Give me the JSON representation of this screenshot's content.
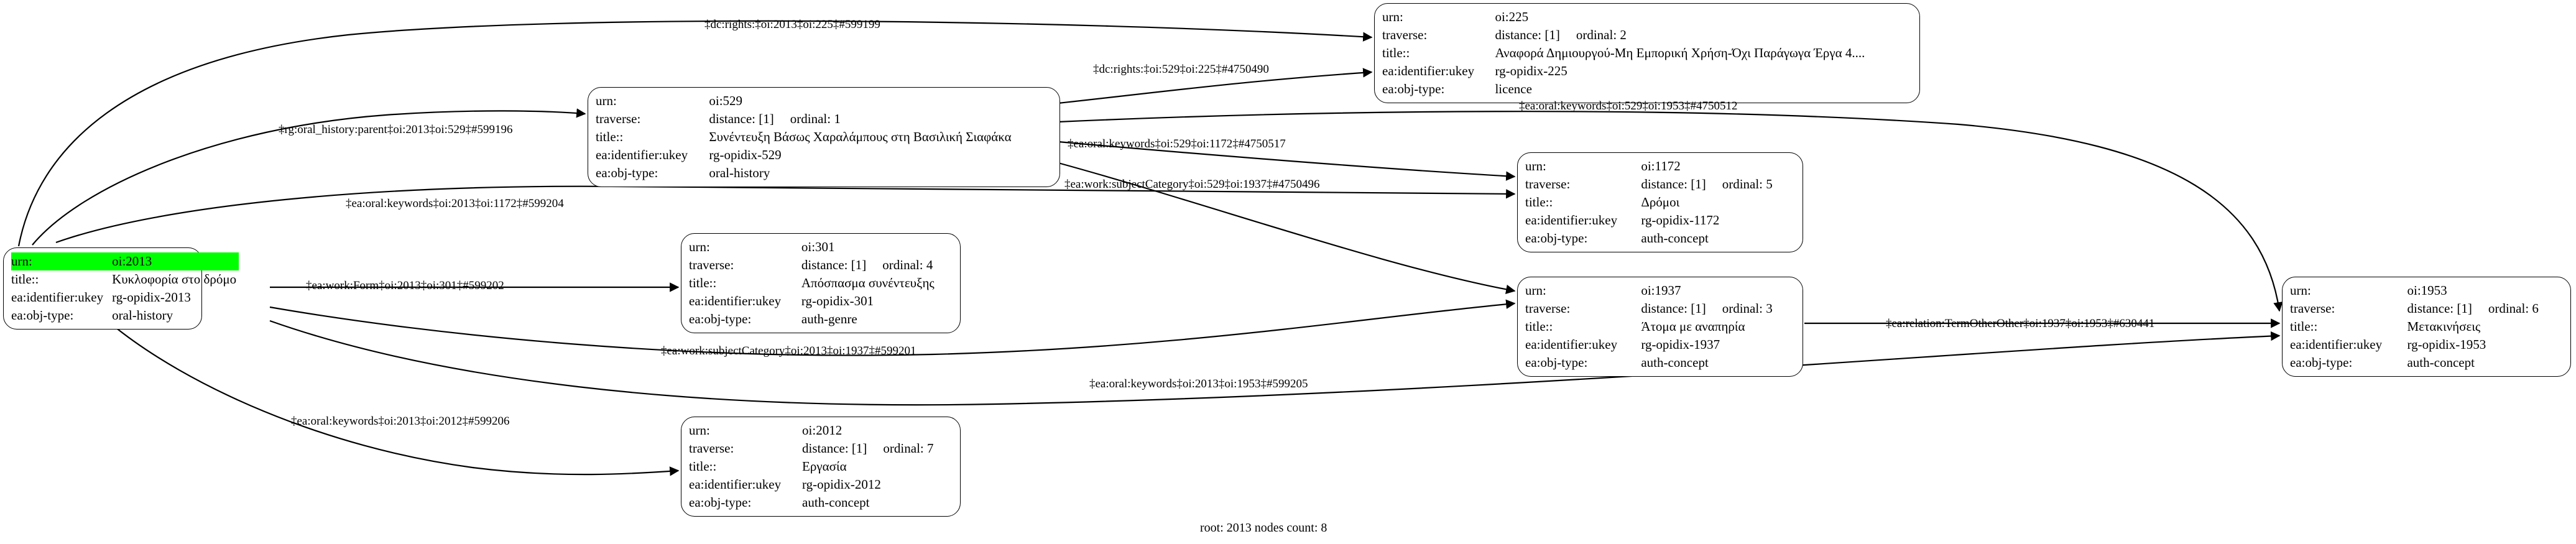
{
  "graph": {
    "footer": "root: 2013 nodes count: 8",
    "root_urn": "oi:2013",
    "node_count": "8",
    "accent_color": "#00ff00",
    "edge_color": "#000000",
    "field_labels": {
      "urn": "urn:",
      "traverse": "traverse:",
      "title": "title::",
      "identifier": "ea:identifier:ukey",
      "objtype": "ea:obj-type:"
    }
  },
  "nodes": [
    {
      "id": "n2013",
      "urn": "oi:2013",
      "is_root": true,
      "traverse": null,
      "distance": null,
      "ordinal": null,
      "title": "Κυκλοφορία στο δρόμο",
      "identifier": "rg-opidix-2013",
      "objtype": "oral-history"
    },
    {
      "id": "n529",
      "urn": "oi:529",
      "is_root": false,
      "traverse": "distance: [1]    ordinal: 1",
      "distance": "distance: [1]",
      "ordinal": "ordinal: 1",
      "title": "Συνέντευξη Βάσως Χαραλάμπους στη Βασιλική Σιαφάκα",
      "identifier": "rg-opidix-529",
      "objtype": "oral-history"
    },
    {
      "id": "n225",
      "urn": "oi:225",
      "is_root": false,
      "traverse": "distance: [1]    ordinal: 2",
      "distance": "distance: [1]",
      "ordinal": "ordinal: 2",
      "title": "Αναφορά Δημιουργού-Μη Εμπορική Χρήση-Όχι Παράγωγα Έργα 4....",
      "identifier": "rg-opidix-225",
      "objtype": "licence"
    },
    {
      "id": "n1172",
      "urn": "oi:1172",
      "is_root": false,
      "traverse": "distance: [1]    ordinal: 5",
      "distance": "distance: [1]",
      "ordinal": "ordinal: 5",
      "title": "Δρόμοι",
      "identifier": "rg-opidix-1172",
      "objtype": "auth-concept"
    },
    {
      "id": "n1937",
      "urn": "oi:1937",
      "is_root": false,
      "traverse": "distance: [1]    ordinal: 3",
      "distance": "distance: [1]",
      "ordinal": "ordinal: 3",
      "title": "Άτομα με αναπηρία",
      "identifier": "rg-opidix-1937",
      "objtype": "auth-concept"
    },
    {
      "id": "n301",
      "urn": "oi:301",
      "is_root": false,
      "traverse": "distance: [1]    ordinal: 4",
      "distance": "distance: [1]",
      "ordinal": "ordinal: 4",
      "title": "Απόσπασμα συνέντευξης",
      "identifier": "rg-opidix-301",
      "objtype": "auth-genre"
    },
    {
      "id": "n2012",
      "urn": "oi:2012",
      "is_root": false,
      "traverse": "distance: [1]    ordinal: 7",
      "distance": "distance: [1]",
      "ordinal": "ordinal: 7",
      "title": "Εργασία",
      "identifier": "rg-opidix-2012",
      "objtype": "auth-concept"
    },
    {
      "id": "n1953",
      "urn": "oi:1953",
      "is_root": false,
      "traverse": "distance: [1]    ordinal: 6",
      "distance": "distance: [1]",
      "ordinal": "ordinal: 6",
      "title": "Μετακινήσεις",
      "identifier": "rg-opidix-1953",
      "objtype": "auth-concept"
    }
  ],
  "edges": [
    {
      "id": "e599199",
      "label": "‡dc:rights:‡oi:2013‡oi:225‡#599199",
      "from": "oi:2013",
      "to": "oi:225"
    },
    {
      "id": "e599196",
      "label": "‡rg:oral_history:parent‡oi:2013‡oi:529‡#599196",
      "from": "oi:2013",
      "to": "oi:529"
    },
    {
      "id": "e4750490",
      "label": "‡dc:rights:‡oi:529‡oi:225‡#4750490",
      "from": "oi:529",
      "to": "oi:225"
    },
    {
      "id": "e4750512",
      "label": "‡ea:oral:keywords‡oi:529‡oi:1953‡#4750512",
      "from": "oi:529",
      "to": "oi:1953"
    },
    {
      "id": "e4750517",
      "label": "‡ea:oral:keywords‡oi:529‡oi:1172‡#4750517",
      "from": "oi:529",
      "to": "oi:1172"
    },
    {
      "id": "e4750496",
      "label": "‡ea:work:subjectCategory‡oi:529‡oi:1937‡#4750496",
      "from": "oi:529",
      "to": "oi:1937"
    },
    {
      "id": "e599204",
      "label": "‡ea:oral:keywords‡oi:2013‡oi:1172‡#599204",
      "from": "oi:2013",
      "to": "oi:1172"
    },
    {
      "id": "e599202",
      "label": "‡ea:work:Form‡oi:2013‡oi:301‡#599202",
      "from": "oi:2013",
      "to": "oi:301"
    },
    {
      "id": "e599201",
      "label": "‡ea:work:subjectCategory‡oi:2013‡oi:1937‡#599201",
      "from": "oi:2013",
      "to": "oi:1937"
    },
    {
      "id": "e630441",
      "label": "‡ea:relation:TermOtherOther‡oi:1937‡oi:1953‡#630441",
      "from": "oi:1937",
      "to": "oi:1953"
    },
    {
      "id": "e599205",
      "label": "‡ea:oral:keywords‡oi:2013‡oi:1953‡#599205",
      "from": "oi:2013",
      "to": "oi:1953"
    },
    {
      "id": "e599206",
      "label": "‡ea:oral:keywords‡oi:2013‡oi:2012‡#599206",
      "from": "oi:2013",
      "to": "oi:2012"
    }
  ]
}
